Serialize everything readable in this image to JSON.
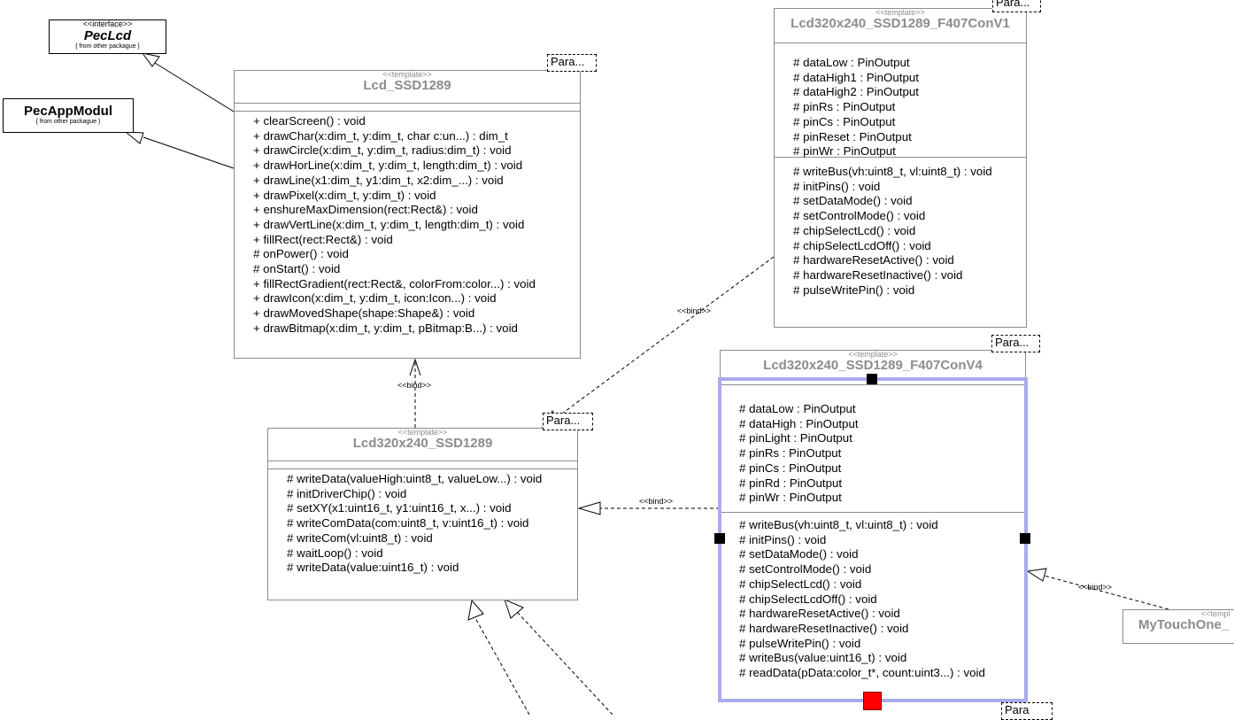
{
  "external_classes": {
    "pec_lcd": {
      "stereotype": "<<interface>>",
      "name": "PecLcd",
      "source": "{ from other packague }"
    },
    "pec_app_modul": {
      "name": "PecAppModul",
      "source": "{ from other packague }"
    }
  },
  "classes": {
    "lcd_ssd1289": {
      "stereotype": "<<template>>",
      "name": "Lcd_SSD1289",
      "param": "Para...",
      "attributes": [],
      "operations": [
        "+ clearScreen() : void",
        "+ drawChar(x:dim_t, y:dim_t, char c:un...) : dim_t",
        "+ drawCircle(x:dim_t, y:dim_t, radius:dim_t) : void",
        "+ drawHorLine(x:dim_t, y:dim_t, length:dim_t) : void",
        "+ drawLine(x1:dim_t, y1:dim_t, x2:dim_...) : void",
        "+ drawPixel(x:dim_t, y:dim_t) : void",
        "+ enshureMaxDimension(rect:Rect&) : void",
        "+ drawVertLine(x:dim_t, y:dim_t, length:dim_t) : void",
        "+ fillRect(rect:Rect&) : void",
        "# onPower() : void",
        "# onStart() : void",
        "+ fillRectGradient(rect:Rect&, colorFrom:color...) : void",
        "+ drawIcon(x:dim_t, y:dim_t, icon:Icon...) : void",
        "+ drawMovedShape(shape:Shape&) : void",
        "+ drawBitmap(x:dim_t, y:dim_t, pBitmap:B...) : void"
      ]
    },
    "lcd320x240_ssd1289": {
      "stereotype": "<<template>>",
      "name": "Lcd320x240_SSD1289",
      "param": "Para...",
      "attributes": [],
      "operations": [
        "# writeData(valueHigh:uint8_t, valueLow...) : void",
        "# initDriverChip() : void",
        "# setXY(x1:uint16_t, y1:uint16_t, x...) : void",
        "# writeComData(com:uint8_t, v:uint16_t) : void",
        "# writeCom(vl:uint8_t) : void",
        "# waitLoop() : void",
        "# writeData(value:uint16_t) : void"
      ]
    },
    "f407_conv1": {
      "stereotype": "<<template>>",
      "name": "Lcd320x240_SSD1289_F407ConV1",
      "param": "Para...",
      "attributes": [
        "# dataLow : PinOutput",
        "# dataHigh1 : PinOutput",
        "# dataHigh2 : PinOutput",
        "# pinRs : PinOutput",
        "# pinCs : PinOutput",
        "# pinReset : PinOutput",
        "# pinWr : PinOutput"
      ],
      "operations": [
        "# writeBus(vh:uint8_t, vl:uint8_t) : void",
        "# initPins() : void",
        "# setDataMode() : void",
        "# setControlMode() : void",
        "# chipSelectLcd() : void",
        "# chipSelectLcdOff() : void",
        "# hardwareResetActive() : void",
        "# hardwareResetInactive() : void",
        "# pulseWritePin() : void"
      ]
    },
    "f407_conv4": {
      "stereotype": "<<template>>",
      "name": "Lcd320x240_SSD1289_F407ConV4",
      "param": "Para...",
      "bottom_param": "Para",
      "attributes": [
        "# dataLow : PinOutput",
        "# dataHigh : PinOutput",
        "# pinLight : PinOutput",
        "# pinRs : PinOutput",
        "# pinCs : PinOutput",
        "# pinRd : PinOutput",
        "# pinWr : PinOutput"
      ],
      "operations": [
        "# writeBus(vh:uint8_t, vl:uint8_t) : void",
        "# initPins() : void",
        "# setDataMode() : void",
        "# setControlMode() : void",
        "# chipSelectLcd() : void",
        "# chipSelectLcdOff() : void",
        "# hardwareResetActive() : void",
        "# hardwareResetInactive() : void",
        "# pulseWritePin() : void",
        "# writeBus(value:uint16_t) : void",
        "# readData(pData:color_t*, count:uint3...) : void"
      ]
    },
    "my_touch_one": {
      "stereotype": "<<templ",
      "name": "MyTouchOne_"
    }
  },
  "relations": {
    "bind_label": "<<bind>>"
  },
  "colors": {
    "class_border": "#8c8c8c",
    "selection": "#aaaaee",
    "handle": "#000000",
    "handle_active": "#ff0000"
  }
}
